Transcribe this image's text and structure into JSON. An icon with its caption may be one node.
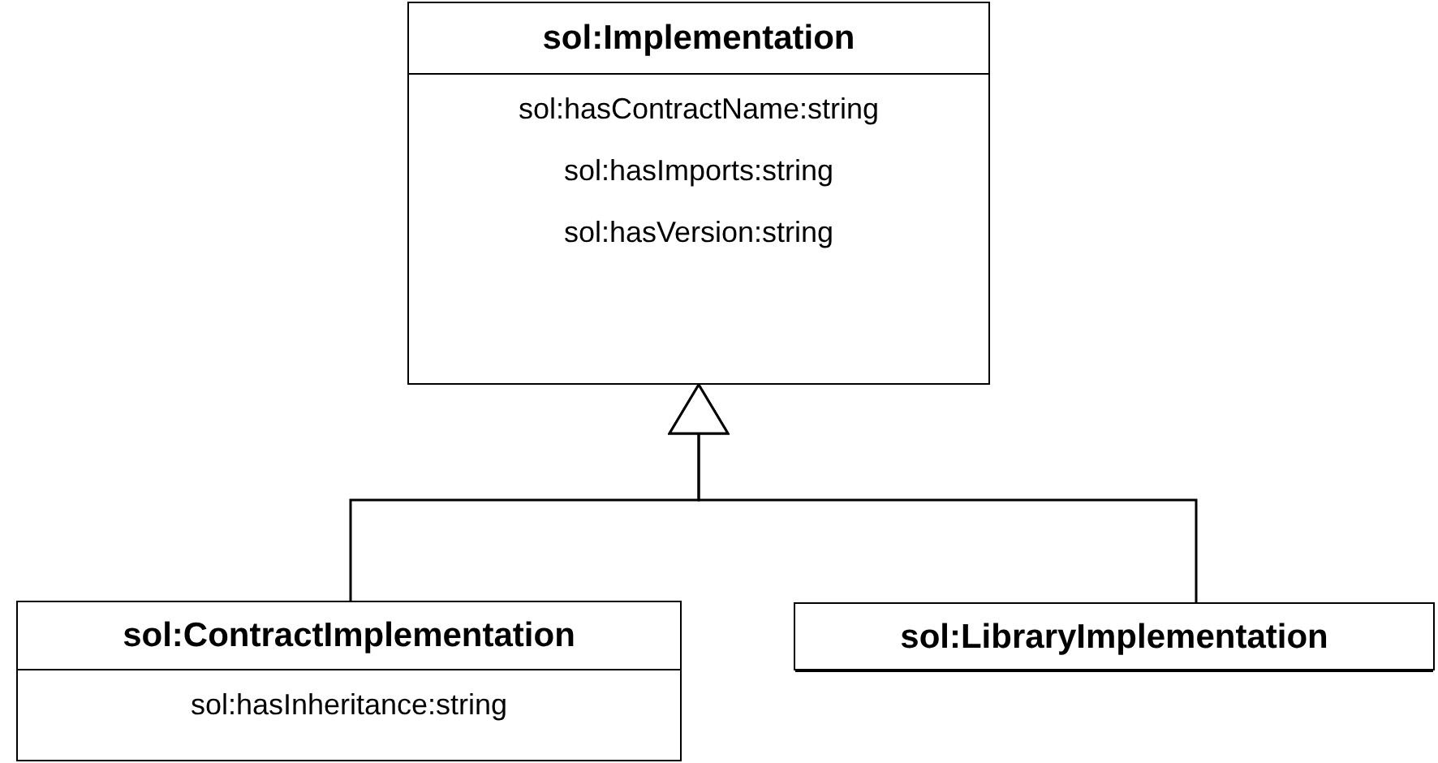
{
  "diagram": {
    "nodes": [
      {
        "text": [
          "sol:Implementation",
          "sol:hasContractName:string",
          "sol:hasImports:string",
          "sol:hasVersion:string"
        ]
      },
      {
        "text": [
          "sol:ContractImplementation",
          "sol:hasInheritance:string"
        ]
      },
      {
        "text": [
          "sol:LibraryImplementation"
        ]
      }
    ],
    "edges": [
      {
        "from": 1,
        "to": 0,
        "arrow": "to"
      },
      {
        "from": 2,
        "to": 0,
        "arrow": "to"
      }
    ]
  }
}
